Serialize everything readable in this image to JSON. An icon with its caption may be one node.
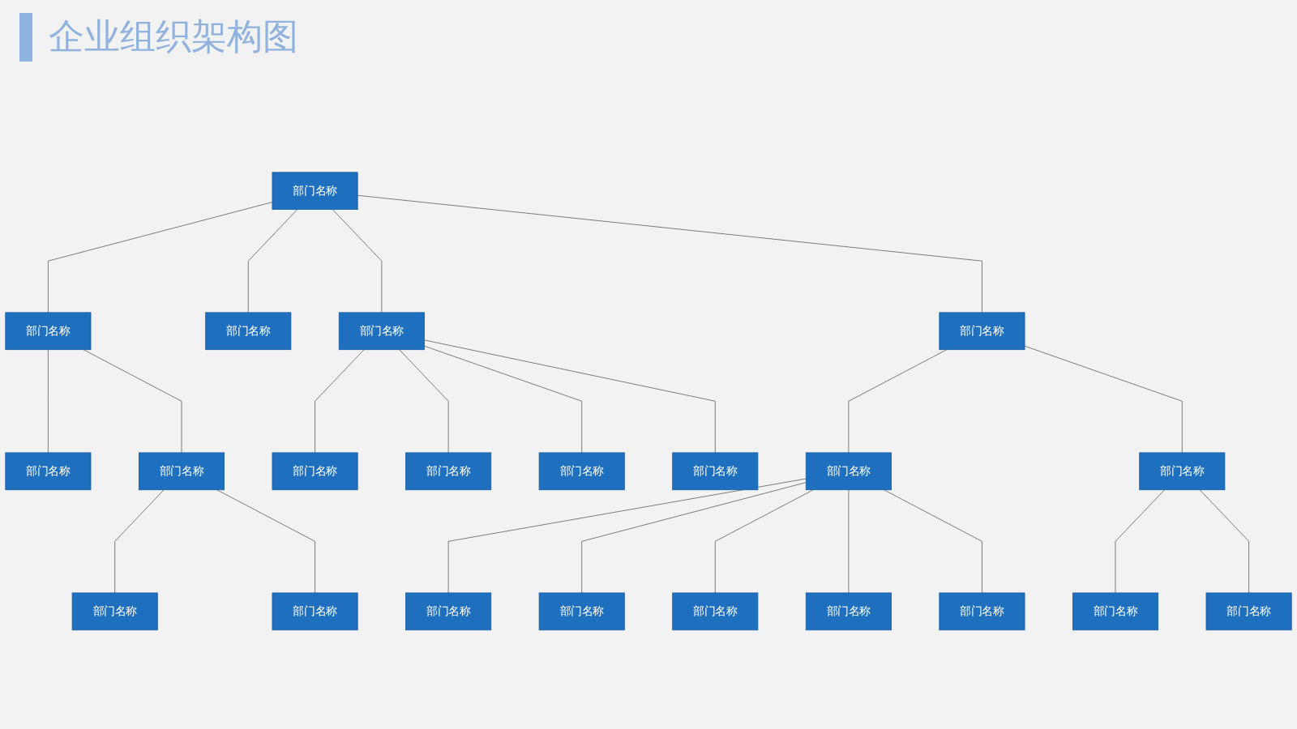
{
  "diagram": {
    "title": "企业组织架构图",
    "nodes": [
      {
        "text": [
          "部门名称"
        ]
      },
      {
        "text": [
          "部门名称"
        ]
      },
      {
        "text": [
          "部门名称"
        ]
      },
      {
        "text": [
          "部门名称"
        ]
      },
      {
        "text": [
          "部门名称"
        ]
      },
      {
        "text": [
          "部门名称"
        ]
      },
      {
        "text": [
          "部门名称"
        ]
      },
      {
        "text": [
          "部门名称"
        ]
      },
      {
        "text": [
          "部门名称"
        ]
      },
      {
        "text": [
          "部门名称"
        ]
      },
      {
        "text": [
          "部门名称"
        ]
      },
      {
        "text": [
          "部门名称"
        ]
      },
      {
        "text": [
          "部门名称"
        ]
      },
      {
        "text": [
          "部门名称"
        ]
      },
      {
        "text": [
          "部门名称"
        ]
      },
      {
        "text": [
          "部门名称"
        ]
      },
      {
        "text": [
          "部门名称"
        ]
      },
      {
        "text": [
          "部门名称"
        ]
      },
      {
        "text": [
          "部门名称"
        ]
      },
      {
        "text": [
          "部门名称"
        ]
      },
      {
        "text": [
          "部门名称"
        ]
      },
      {
        "text": [
          "部门名称"
        ]
      }
    ],
    "edges": [
      {
        "from": 0,
        "to": 1,
        "arrow": "none"
      },
      {
        "from": 0,
        "to": 2,
        "arrow": "none"
      },
      {
        "from": 0,
        "to": 3,
        "arrow": "none"
      },
      {
        "from": 0,
        "to": 4,
        "arrow": "none"
      },
      {
        "from": 1,
        "to": 5,
        "arrow": "none"
      },
      {
        "from": 1,
        "to": 6,
        "arrow": "none"
      },
      {
        "from": 6,
        "to": 7,
        "arrow": "none"
      },
      {
        "from": 6,
        "to": 8,
        "arrow": "none"
      },
      {
        "from": 3,
        "to": 9,
        "arrow": "none"
      },
      {
        "from": 3,
        "to": 10,
        "arrow": "none"
      },
      {
        "from": 3,
        "to": 11,
        "arrow": "none"
      },
      {
        "from": 3,
        "to": 12,
        "arrow": "none"
      },
      {
        "from": 4,
        "to": 13,
        "arrow": "none"
      },
      {
        "from": 4,
        "to": 14,
        "arrow": "none"
      },
      {
        "from": 13,
        "to": 15,
        "arrow": "none"
      },
      {
        "from": 13,
        "to": 16,
        "arrow": "none"
      },
      {
        "from": 13,
        "to": 17,
        "arrow": "none"
      },
      {
        "from": 13,
        "to": 18,
        "arrow": "none"
      },
      {
        "from": 13,
        "to": 19,
        "arrow": "none"
      },
      {
        "from": 14,
        "to": 20,
        "arrow": "none"
      },
      {
        "from": 14,
        "to": 21,
        "arrow": "none"
      }
    ]
  }
}
